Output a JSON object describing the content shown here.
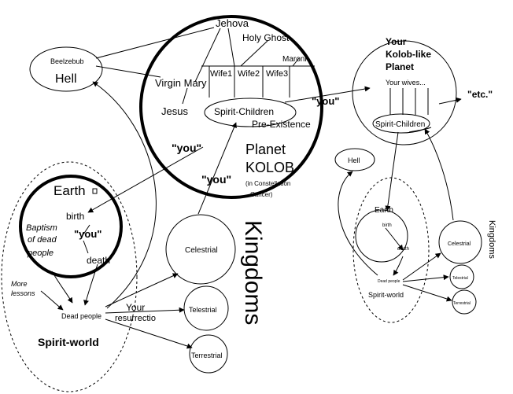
{
  "labels": {
    "jehova": "Jehova",
    "holy_ghost": "Holy Ghost",
    "maroni": "Maroni",
    "wife1": "Wife1",
    "wife2": "Wife2",
    "wife3": "Wife3",
    "virgin_mary": "Virgin Mary",
    "jesus": "Jesus",
    "spirit_children": "Spirit-Children",
    "pre_existence": "Pre-Existence",
    "you_top": "\"you\"",
    "you_left": "\"you\"",
    "you_center": "\"you\"",
    "you_earth": "\"you\"",
    "planet": "Planet",
    "kolob": "KOLOB",
    "in_constellation": "(in Constellation",
    "cancer": "Cancer)",
    "beelzebub": "Beelzebub",
    "hell": "Hell",
    "earth": "Earth",
    "baptism": "Baptism",
    "of_dead": "of dead",
    "people": "people",
    "birth": "birth",
    "death": "death",
    "more": "More",
    "lessons": "lessons",
    "dead_people": "Dead people",
    "your": "Your",
    "resurrectio": "resurrectio",
    "spirit_world": "Spirit-world",
    "celestrial": "Celestrial",
    "telestrial": "Telestrial",
    "terrestrial": "Terrestrial",
    "kingdoms": "Kingdoms",
    "your_kolob_1": "Your",
    "your_kolob_2": "Kolob-like",
    "your_kolob_3": "Planet",
    "your_wives": "Your wives...",
    "etc": "\"etc.\"",
    "r_spirit_children": "Spirit-Children",
    "r_hell": "Hell",
    "r_earth": "Earth",
    "r_birth": "birth",
    "r_death": "death",
    "r_dead_people": "Dead people",
    "r_spirit_world": "Spirit-world",
    "r_celestrial": "Celestrial",
    "r_telestrial": "Telestrial",
    "r_terrestrial": "Terrestrial",
    "r_kingdoms": "Kingdoms"
  }
}
